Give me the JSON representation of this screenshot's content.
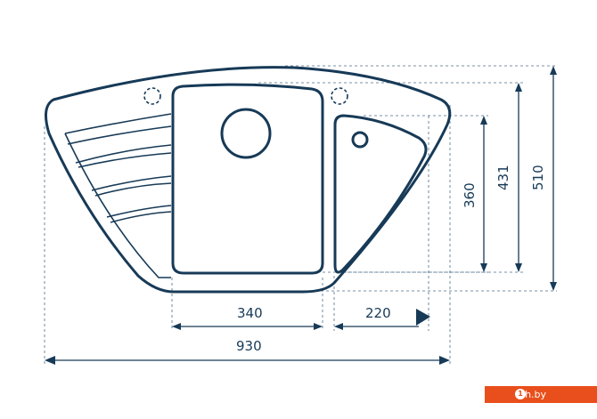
{
  "dimensions": {
    "bowl_width": "340",
    "drainer_width": "220",
    "overall_width": "930",
    "drainer_depth": "360",
    "bowl_depth": "431",
    "overall_depth": "510"
  },
  "watermark": {
    "text": "teh.by",
    "icon_glyph": "1"
  },
  "colors": {
    "line": "#173a57",
    "badge": "#e94f1c"
  }
}
